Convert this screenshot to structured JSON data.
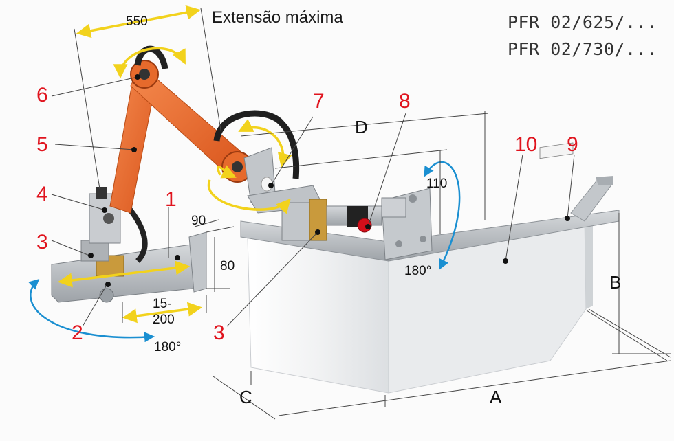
{
  "header": {
    "title": "Extensão máxima",
    "models": [
      "PFR 02/625/...",
      "PFR 02/730/..."
    ]
  },
  "dimensions": {
    "reach": "550",
    "width_90": "90",
    "height_80": "80",
    "stroke_line1": "15-",
    "stroke_line2": "200",
    "height_110": "110",
    "rotation_top": "180°",
    "rotation_base": "180°",
    "A": "A",
    "B": "B",
    "C": "C",
    "D": "D"
  },
  "callouts": [
    "1",
    "2",
    "3",
    "3",
    "4",
    "5",
    "6",
    "7",
    "8",
    "9",
    "10"
  ],
  "colors": {
    "callout": "#e0141e",
    "arm": "#f06a2a",
    "reach_arrow": "#f2d21c",
    "rotation_arrow": "#1a8fd1",
    "steel": "#b9bcc0"
  }
}
